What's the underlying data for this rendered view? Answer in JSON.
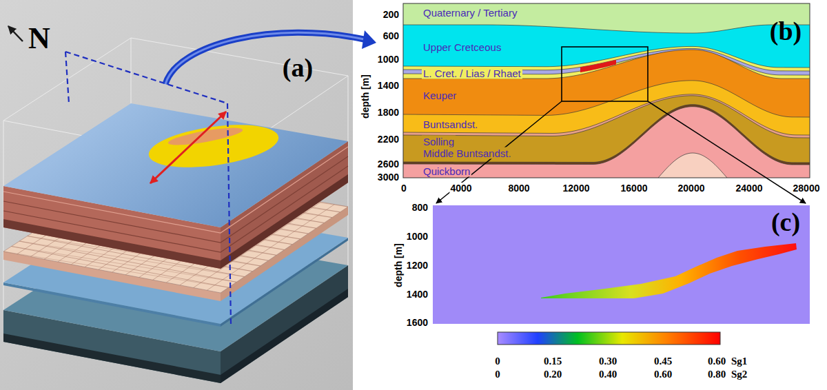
{
  "diagram": {
    "labels": [
      "N",
      "(a)",
      "Quaternary / Tertiary",
      "Upper Cretceous",
      "L. Cret. / Lias / Rhaet",
      "Keuper",
      "Buntsandst.",
      "Solling",
      "Middle Buntsandst.",
      "Quickborn",
      "(b)",
      "depth [m]",
      "200",
      "600",
      "1000",
      "1400",
      "1800",
      "2200",
      "2600",
      "3000",
      "0",
      "4000",
      "8000",
      "12000",
      "16000",
      "20000",
      "24000",
      "28000",
      "(c)",
      "depth [m]",
      "800",
      "1000",
      "1200",
      "1400",
      "1600",
      "0",
      "0.15",
      "0.30",
      "0.45",
      "0.60",
      "Sg1",
      "0",
      "0.20",
      "0.40",
      "0.60",
      "0.80",
      "Sg2"
    ]
  }
}
